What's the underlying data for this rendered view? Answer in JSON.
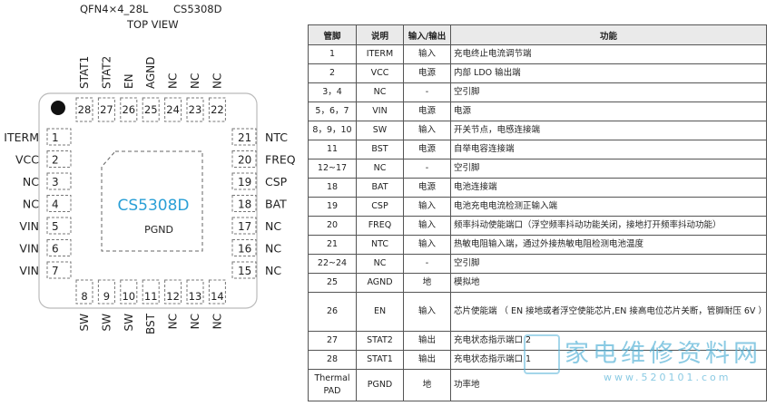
{
  "package": {
    "name": "QFN4×4_28L",
    "part": "CS5308D",
    "view": "TOP VIEW",
    "center_part": "CS5308D",
    "center_pad": "PGND"
  },
  "pins": {
    "left": [
      {
        "num": "1",
        "name": "ITERM"
      },
      {
        "num": "2",
        "name": "VCC"
      },
      {
        "num": "3",
        "name": "NC"
      },
      {
        "num": "4",
        "name": "NC"
      },
      {
        "num": "5",
        "name": "VIN"
      },
      {
        "num": "6",
        "name": "VIN"
      },
      {
        "num": "7",
        "name": "VIN"
      }
    ],
    "bottom": [
      {
        "num": "8",
        "name": "SW"
      },
      {
        "num": "9",
        "name": "SW"
      },
      {
        "num": "10",
        "name": "SW"
      },
      {
        "num": "11",
        "name": "BST"
      },
      {
        "num": "12",
        "name": "NC"
      },
      {
        "num": "13",
        "name": "NC"
      },
      {
        "num": "14",
        "name": "NC"
      }
    ],
    "right": [
      {
        "num": "21",
        "name": "NTC"
      },
      {
        "num": "20",
        "name": "FREQ"
      },
      {
        "num": "19",
        "name": "CSP"
      },
      {
        "num": "18",
        "name": "BAT"
      },
      {
        "num": "17",
        "name": "NC"
      },
      {
        "num": "16",
        "name": "NC"
      },
      {
        "num": "15",
        "name": "NC"
      }
    ],
    "top": [
      {
        "num": "28",
        "name": "STAT1"
      },
      {
        "num": "27",
        "name": "STAT2"
      },
      {
        "num": "26",
        "name": "EN"
      },
      {
        "num": "25",
        "name": "AGND"
      },
      {
        "num": "24",
        "name": "NC"
      },
      {
        "num": "23",
        "name": "NC"
      },
      {
        "num": "22",
        "name": "NC"
      }
    ]
  },
  "table": {
    "headers": [
      "管脚",
      "说明",
      "输入/输出",
      "功能"
    ],
    "rows": [
      [
        "1",
        "ITERM",
        "输入",
        "充电终止电流调节端"
      ],
      [
        "2",
        "VCC",
        "电源",
        "内部 LDO 输出端"
      ],
      [
        "3，4",
        "NC",
        "-",
        "空引脚"
      ],
      [
        "5，6，7",
        "VIN",
        "电源",
        "电源"
      ],
      [
        "8，9，10",
        "SW",
        "输入",
        "开关节点，电感连接端"
      ],
      [
        "11",
        "BST",
        "电源",
        "自举电容连接端"
      ],
      [
        "12~17",
        "NC",
        "-",
        "空引脚"
      ],
      [
        "18",
        "BAT",
        "电源",
        "电池连接端"
      ],
      [
        "19",
        "CSP",
        "输入",
        "电池充电电流检测正输入端"
      ],
      [
        "20",
        "FREQ",
        "输入",
        "频率抖动使能端口（浮空频率抖动功能关闭，接地打开频率抖动功能）"
      ],
      [
        "21",
        "NTC",
        "输入",
        "热敏电阻输入端，通过外接热敏电阻检测电池温度"
      ],
      [
        "22~24",
        "NC",
        "-",
        "空引脚"
      ],
      [
        "25",
        "AGND",
        "地",
        "模拟地"
      ],
      [
        "26",
        "EN",
        "输入",
        "芯片使能端 （ EN 接地或者浮空使能芯片,EN 接高电位芯片关断，管脚耐压 6V ）"
      ],
      [
        "27",
        "STAT2",
        "输出",
        "充电状态指示端口 2"
      ],
      [
        "28",
        "STAT1",
        "输出",
        "充电状态指示端口 1"
      ],
      [
        "Thermal PAD",
        "PGND",
        "地",
        "功率地"
      ]
    ]
  },
  "watermark": {
    "text": "家电维修资料网",
    "url": "www.520101.com"
  },
  "colors": {
    "accent": "#2a9fd6",
    "watermark": "#5ab4d8"
  }
}
